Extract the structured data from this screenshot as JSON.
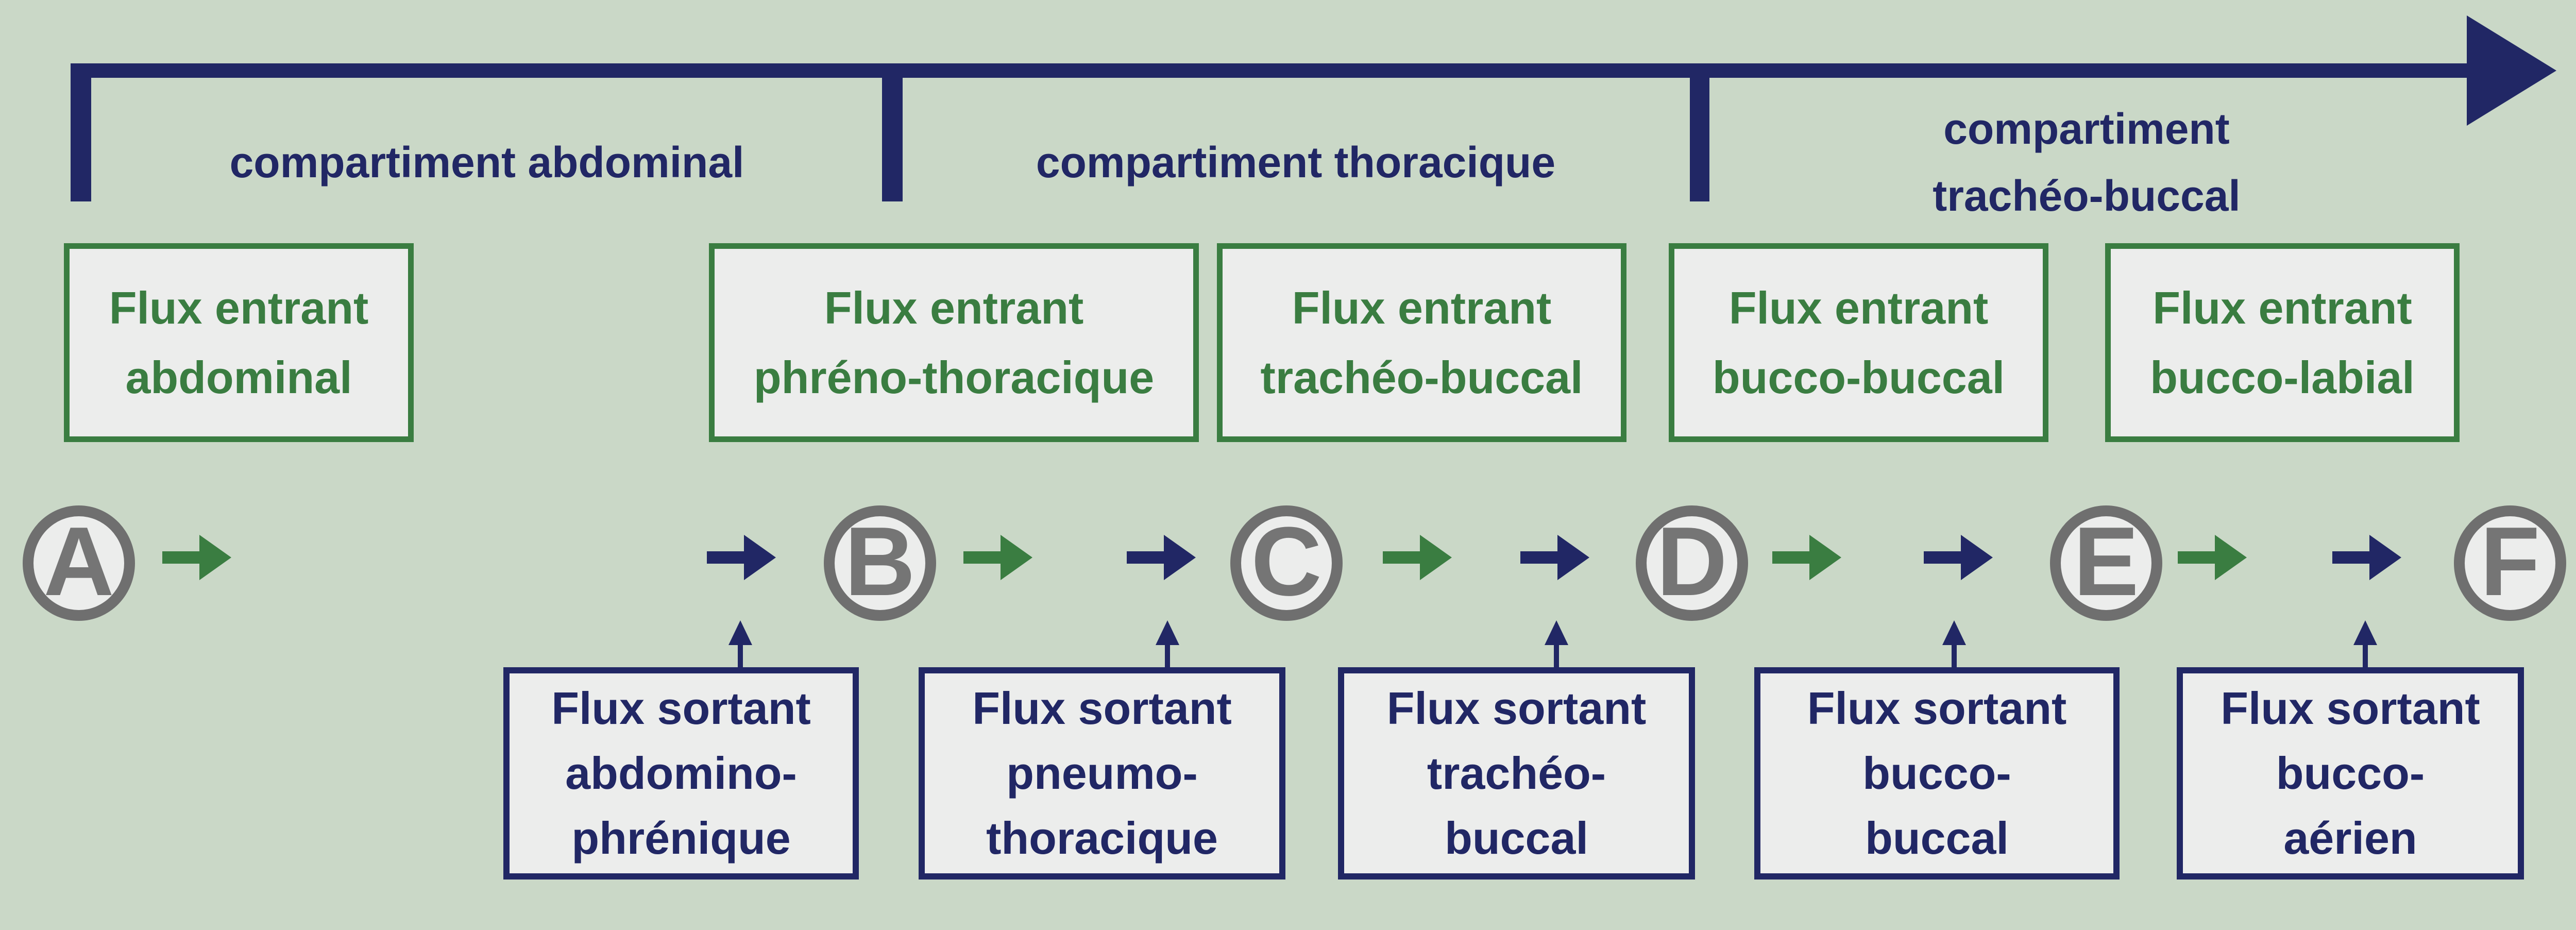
{
  "colors": {
    "background": "#cad8c7",
    "navy": "#212765",
    "green": "#3a7d41",
    "box_fill": "#ecedec",
    "circle_gray": "#6f6f6f",
    "letter_gray": "#757575"
  },
  "icons": {
    "timeline_arrowhead": "right-arrowhead",
    "green_flow_arrow": "right-arrow",
    "navy_flow_arrow": "right-arrow",
    "outflow_pointer": "up-arrow"
  },
  "diagram": {
    "compartments": [
      {
        "label": "compartiment abdominal"
      },
      {
        "label": "compartiment thoracique"
      },
      {
        "label": "compartiment\ntrachéo-buccal"
      }
    ],
    "inflow_boxes": [
      {
        "label": "Flux entrant\nabdominal"
      },
      {
        "label": "Flux entrant\nphréno-thoracique"
      },
      {
        "label": "Flux entrant\ntrachéo-buccal"
      },
      {
        "label": "Flux entrant\nbucco-buccal"
      },
      {
        "label": "Flux entrant\nbucco-labial"
      }
    ],
    "outflow_boxes": [
      {
        "label": "Flux sortant\nabdomino-\nphrénique"
      },
      {
        "label": "Flux sortant\npneumo-\nthoracique"
      },
      {
        "label": "Flux sortant\ntrachéo-\nbuccal"
      },
      {
        "label": "Flux sortant\nbucco-\nbuccal"
      },
      {
        "label": "Flux sortant\nbucco-\naérien"
      }
    ],
    "nodes": [
      {
        "letter": "A"
      },
      {
        "letter": "B"
      },
      {
        "letter": "C"
      },
      {
        "letter": "D"
      },
      {
        "letter": "E"
      },
      {
        "letter": "F"
      }
    ]
  }
}
